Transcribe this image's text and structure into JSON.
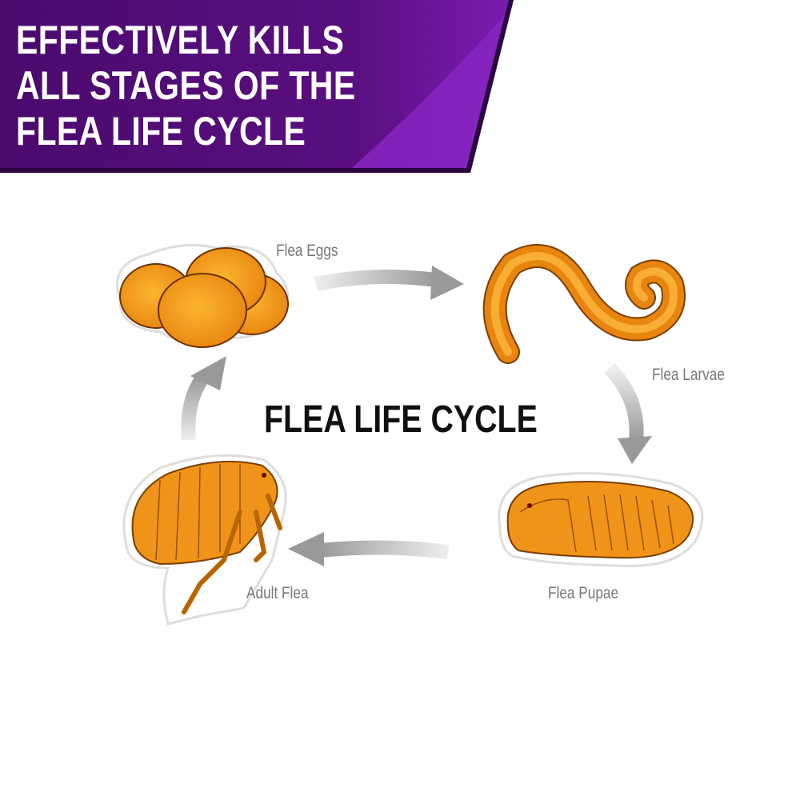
{
  "banner": {
    "lines": [
      "EFFECTIVELY KILLS",
      "ALL STAGES OF THE",
      "FLEA LIFE CYCLE"
    ],
    "color_dark": "#4b0a6e",
    "color_light": "#8a25c4"
  },
  "diagram": {
    "title": "FLEA LIFE CYCLE",
    "stages": [
      {
        "label": "Flea Eggs",
        "icon": "flea-eggs-icon"
      },
      {
        "label": "Flea Larvae",
        "icon": "flea-larva-icon"
      },
      {
        "label": "Flea Pupae",
        "icon": "flea-pupa-icon"
      },
      {
        "label": "Adult Flea",
        "icon": "adult-flea-icon"
      }
    ],
    "orange": "#f29a1a",
    "outline": "#7a3e00",
    "arrow_color": "#9a9a9a"
  }
}
